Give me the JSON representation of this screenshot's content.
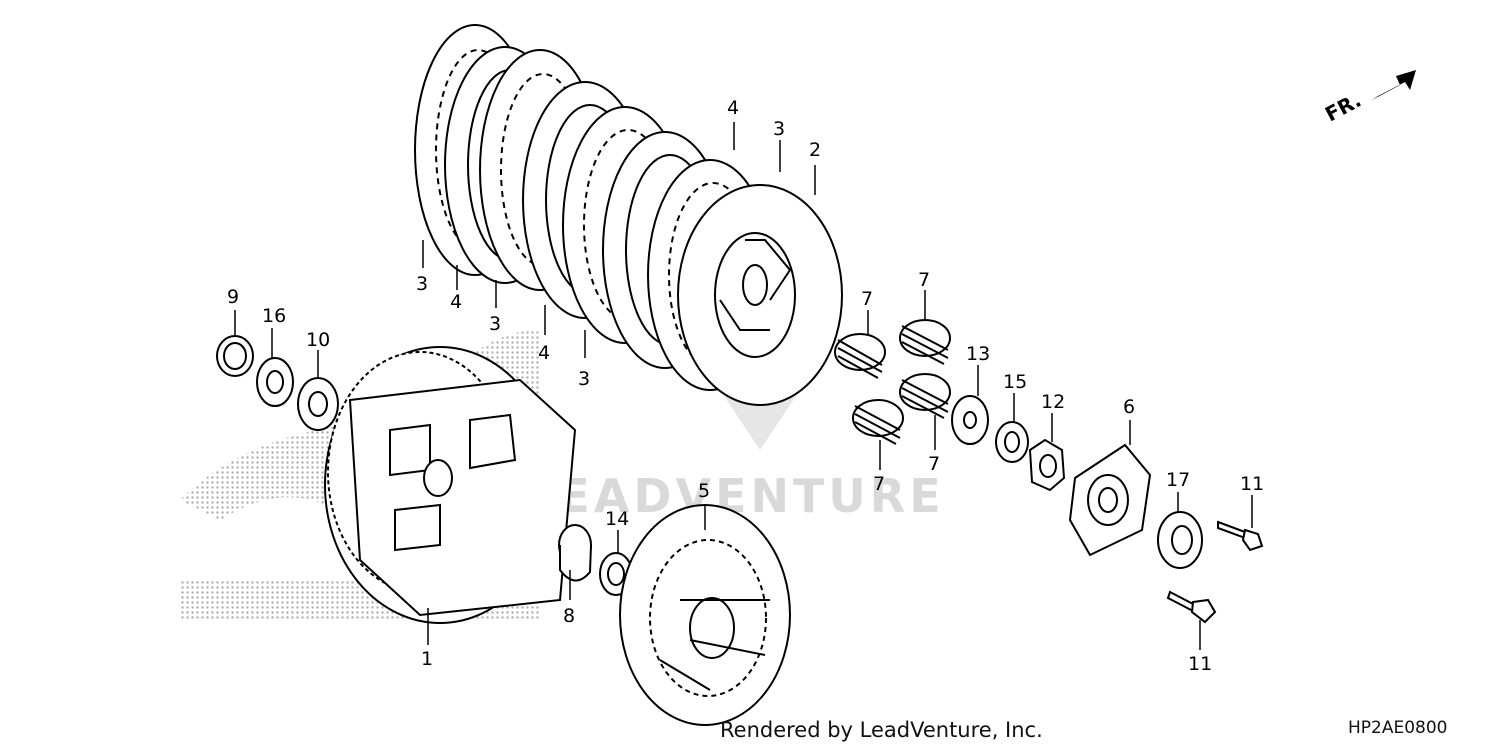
{
  "diagram": {
    "front_marker": "FR.",
    "watermark": "LEADVENTURE",
    "footer": "Rendered by LeadVenture, Inc.",
    "diagram_code": "HP2AE0800",
    "callouts": [
      {
        "id": "c1",
        "text": "1"
      },
      {
        "id": "c2",
        "text": "2"
      },
      {
        "id": "c3a",
        "text": "3"
      },
      {
        "id": "c3b",
        "text": "3"
      },
      {
        "id": "c3c",
        "text": "3"
      },
      {
        "id": "c3d",
        "text": "3"
      },
      {
        "id": "c4a",
        "text": "4"
      },
      {
        "id": "c4b",
        "text": "4"
      },
      {
        "id": "c4c",
        "text": "4"
      },
      {
        "id": "c5",
        "text": "5"
      },
      {
        "id": "c6",
        "text": "6"
      },
      {
        "id": "c7a",
        "text": "7"
      },
      {
        "id": "c7b",
        "text": "7"
      },
      {
        "id": "c7c",
        "text": "7"
      },
      {
        "id": "c7d",
        "text": "7"
      },
      {
        "id": "c8",
        "text": "8"
      },
      {
        "id": "c9",
        "text": "9"
      },
      {
        "id": "c10",
        "text": "10"
      },
      {
        "id": "c11a",
        "text": "11"
      },
      {
        "id": "c11b",
        "text": "11"
      },
      {
        "id": "c12",
        "text": "12"
      },
      {
        "id": "c13",
        "text": "13"
      },
      {
        "id": "c14",
        "text": "14"
      },
      {
        "id": "c15",
        "text": "15"
      },
      {
        "id": "c16",
        "text": "16"
      },
      {
        "id": "c17",
        "text": "17"
      }
    ]
  }
}
